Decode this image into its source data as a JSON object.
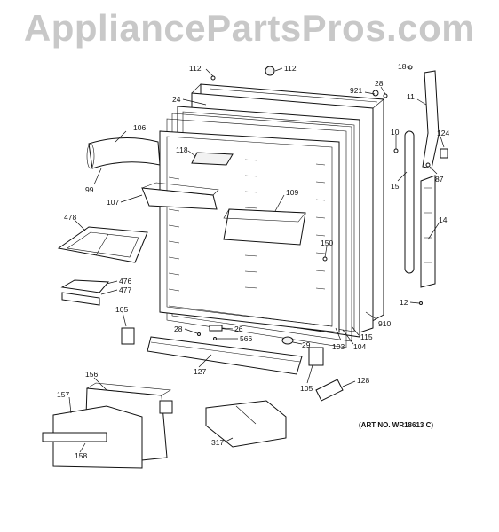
{
  "watermark": "AppliancePartsPros.com",
  "art_number": "(ART NO. WR18613 C)",
  "callouts": {
    "c112a": "112",
    "c112b": "112",
    "c18": "18",
    "c921": "921",
    "c28a": "28",
    "c24": "24",
    "c11": "11",
    "c106": "106",
    "c10": "10",
    "c124": "124",
    "c118": "118",
    "c99": "99",
    "c87": "87",
    "c15": "15",
    "c109": "109",
    "c107": "107",
    "c14": "14",
    "c478": "478",
    "c150": "150",
    "c476": "476",
    "c477": "477",
    "c12": "12",
    "c105a": "105",
    "c910": "910",
    "c28b": "28",
    "c26": "26",
    "c566": "566",
    "c115": "115",
    "c103": "103",
    "c104": "104",
    "c29": "29",
    "c127": "127",
    "c105b": "105",
    "c128": "128",
    "c156": "156",
    "c157": "157",
    "c317": "317",
    "c158": "158"
  }
}
